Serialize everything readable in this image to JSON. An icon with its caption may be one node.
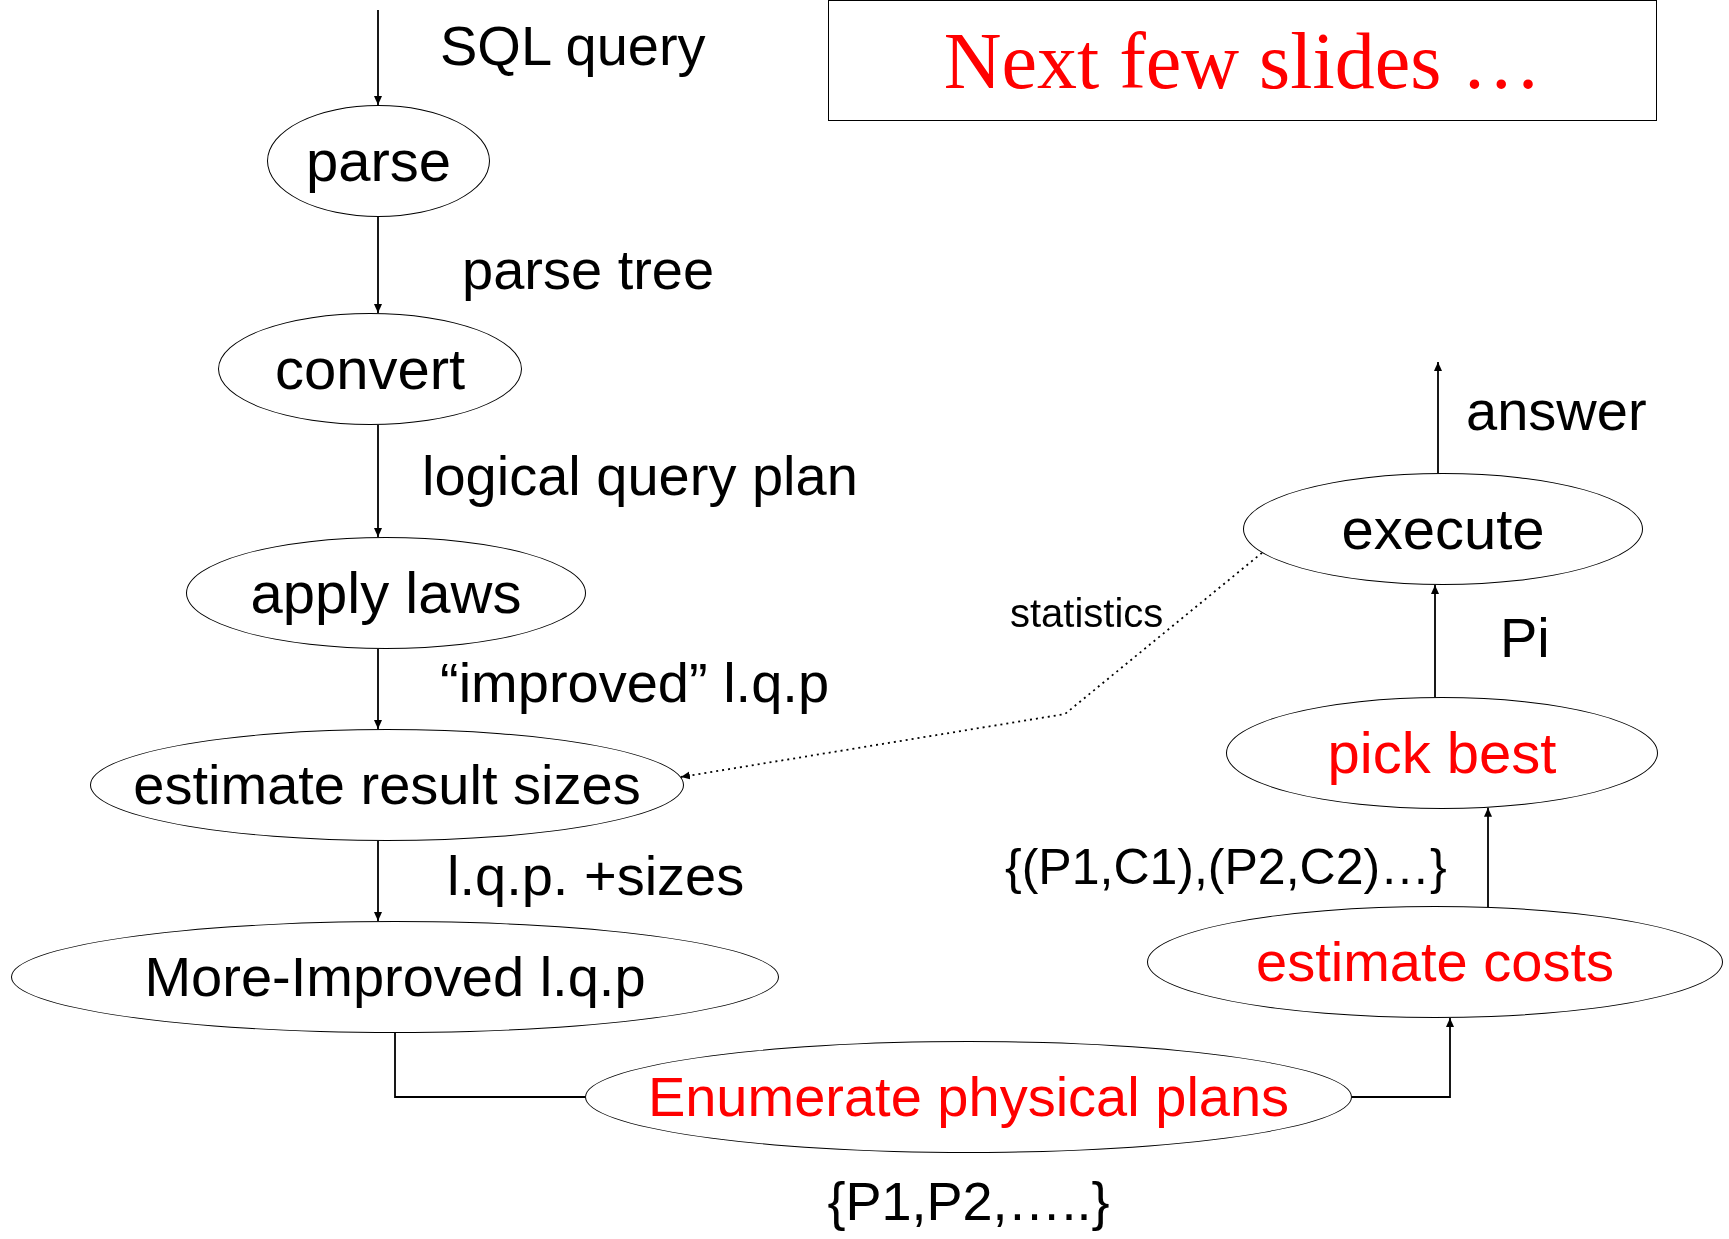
{
  "diagram": {
    "nodes": [
      {
        "text": [
          "parse"
        ]
      },
      {
        "text": [
          "convert"
        ]
      },
      {
        "text": [
          "apply laws"
        ]
      },
      {
        "text": [
          "estimate result sizes"
        ]
      },
      {
        "text": [
          "More-Improved l.q.p"
        ]
      },
      {
        "text": [
          "Enumerate physical plans"
        ],
        "beside": [
          "{P1,P2,…..}"
        ]
      },
      {
        "text": [
          "estimate costs"
        ]
      },
      {
        "text": [
          "pick best"
        ]
      },
      {
        "text": [
          "execute"
        ]
      },
      {
        "text": [
          "Next few slides …"
        ]
      }
    ],
    "edges": [
      {
        "from": null,
        "to": 0,
        "arrow": "to",
        "label": "SQL query"
      },
      {
        "from": 0,
        "to": 1,
        "arrow": "to",
        "label": "parse tree"
      },
      {
        "from": 1,
        "to": 2,
        "arrow": "to",
        "label": "logical query plan"
      },
      {
        "from": 2,
        "to": 3,
        "arrow": "to",
        "label": "“improved” l.q.p"
      },
      {
        "from": 3,
        "to": 4,
        "arrow": "to",
        "label": "l.q.p. +sizes"
      },
      {
        "from": 4,
        "to": 5,
        "arrow": "none"
      },
      {
        "from": 5,
        "to": 6,
        "arrow": "to"
      },
      {
        "from": 6,
        "to": 7,
        "arrow": "to",
        "label": "{(P1,C1),(P2,C2)…}"
      },
      {
        "from": 7,
        "to": 8,
        "arrow": "to",
        "label": "Pi"
      },
      {
        "from": 8,
        "to": null,
        "arrow": "to",
        "label": "answer"
      },
      {
        "from": 8,
        "to": 3,
        "arrow": "to",
        "label": "statistics",
        "style": "dashed"
      }
    ]
  }
}
